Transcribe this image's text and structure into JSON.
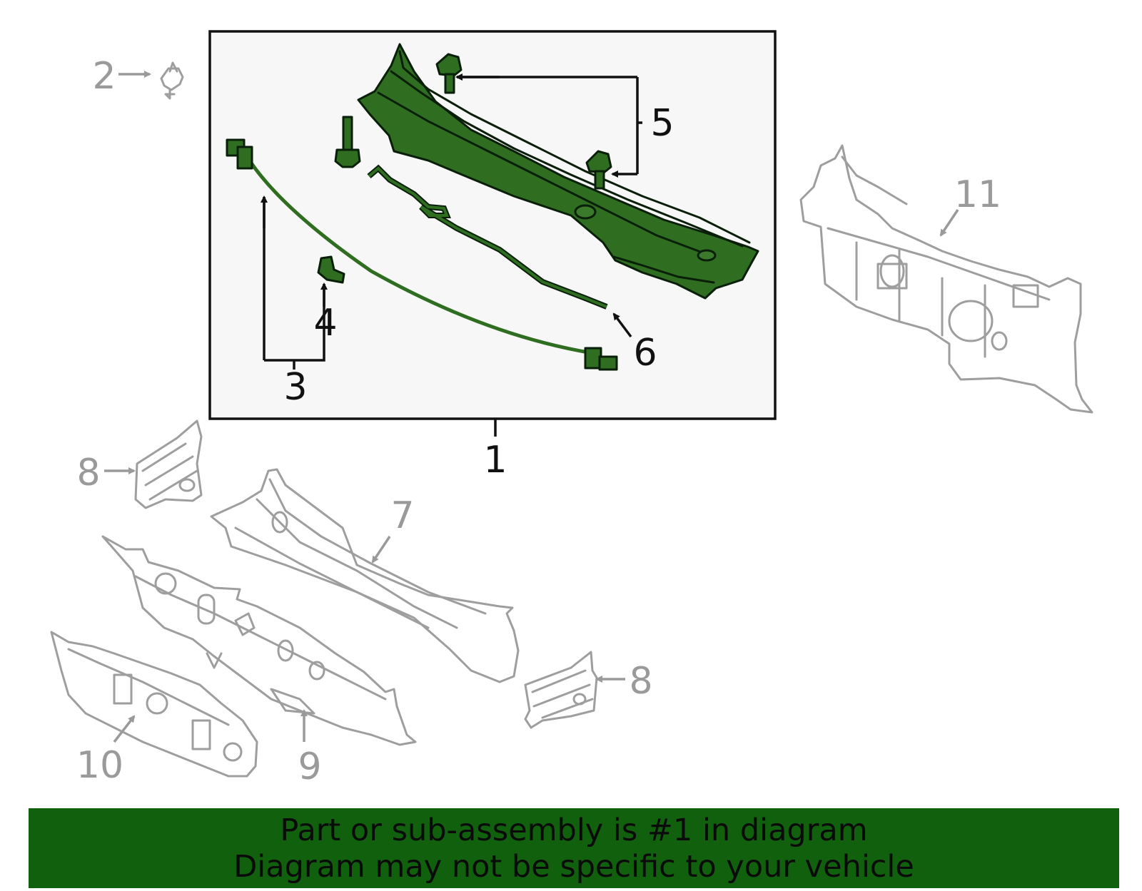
{
  "callouts": {
    "c1": "1",
    "c2": "2",
    "c3": "3",
    "c4": "4",
    "c5": "5",
    "c6": "6",
    "c7": "7",
    "c8a": "8",
    "c8b": "8",
    "c9": "9",
    "c10": "10",
    "c11": "11"
  },
  "banner": {
    "line1": "Part or sub-assembly is #1 in diagram",
    "line2": "Diagram may not be specific to your vehicle"
  },
  "colors": {
    "highlight_green": "#2f6e20",
    "banner_green": "#11600e",
    "box_background": "#f7f7f7",
    "outline_gray": "#9e9e9e"
  }
}
